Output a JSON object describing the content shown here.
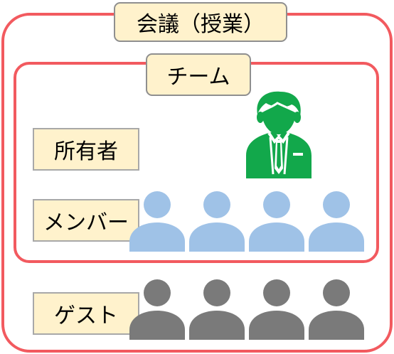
{
  "meeting": {
    "title": "会議（授業）"
  },
  "team": {
    "title": "チーム"
  },
  "roles": {
    "owner": "所有者",
    "member": "メンバー",
    "guest": "ゲスト"
  },
  "members": [
    {
      "icon": "person-icon"
    },
    {
      "icon": "person-icon"
    },
    {
      "icon": "person-icon"
    },
    {
      "icon": "person-icon"
    }
  ],
  "guests": [
    {
      "icon": "person-icon"
    },
    {
      "icon": "person-icon"
    },
    {
      "icon": "person-icon"
    },
    {
      "icon": "person-icon"
    }
  ],
  "owner_icon": "businessman-icon",
  "colors": {
    "frame_border": "#f25a5f",
    "label_fill": "#fff2cc",
    "owner_green": "#12a84b",
    "member_blue": "#9fc2e7",
    "guest_gray": "#7a7a7a"
  }
}
